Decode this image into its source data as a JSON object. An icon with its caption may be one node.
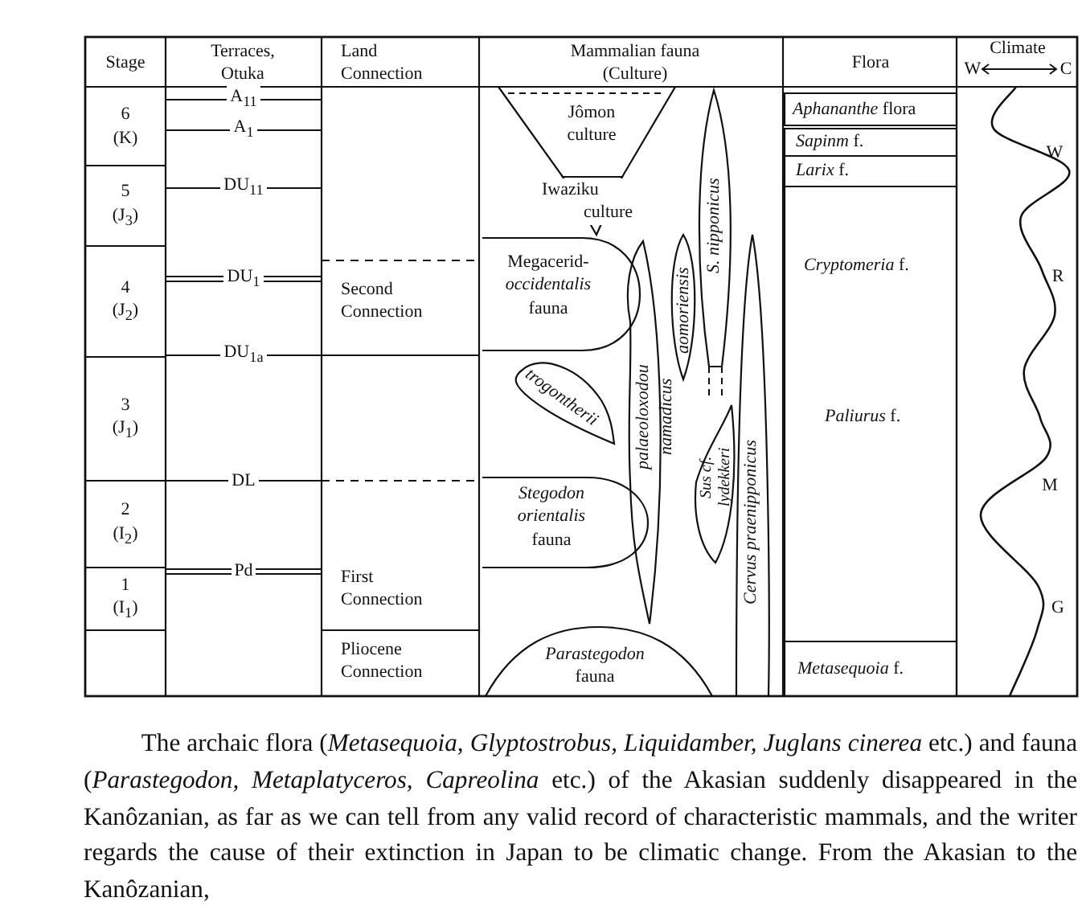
{
  "diagram": {
    "nodes": [
      {
        "text": [
          "Jômon culture"
        ]
      },
      {
        "text": [
          "Iwaziku culture"
        ]
      },
      {
        "text": [
          "*S. nipponicus*"
        ]
      },
      {
        "text": [
          "Megacerid- *occidentalis* fauna"
        ]
      },
      {
        "text": [
          "*aomoriensis*"
        ]
      },
      {
        "text": [
          "*Cervus praenipponicus*"
        ]
      },
      {
        "text": [
          "*trogontherii*"
        ]
      },
      {
        "text": [
          "*palaeoloxodou namadicus*"
        ]
      },
      {
        "text": [
          "*Sus* cf. *lydekkeri*"
        ]
      },
      {
        "text": [
          "*Stegodon orientalis* fauna"
        ]
      },
      {
        "text": [
          "*Parastegodon* fauna"
        ]
      },
      {
        "text": [
          "*Aphananthe* flora"
        ]
      },
      {
        "text": [
          "*Sapinm* f."
        ]
      },
      {
        "text": [
          "*Larix* f."
        ]
      },
      {
        "text": [
          "*Cryptomeria* f.",
          "*Paliurus* f."
        ]
      },
      {
        "text": [
          "*Metasequoia* f."
        ]
      }
    ],
    "labels": [
      "Stage",
      "Terraces, Otuka",
      "Land Connection",
      "Mammalian fauna (Culture)",
      "Flora",
      "Climate",
      "W",
      "C",
      "6 (K)",
      "A$_{11}$",
      "A$_{1}$",
      "W",
      "5 (J$_{3}$)",
      "DU$_{11}$",
      "4 (J$_{2}$)",
      "R",
      "DU$_{1}$",
      "Second Connection",
      "DU$_{1a}$",
      "3 (J$_{1}$)",
      "M",
      "DL",
      "2 (I$_{2}$)",
      "Pd",
      "1 (I$_{1}$)",
      "First Connection",
      "G",
      "Pliocene Connection"
    ],
    "caption": "The archaic flora (*Metasequoia, Glyptostrobus, Liquidamber, Juglans cinerea* etc.) and fauna (*Parastegodon, Metaplatyceros, Capreolina* etc.) of the Akasian suddenly disappeared in the Kanôzanian, as far as we can tell from any valid record of characteristic mammals, and the writer regards the cause of their extinction in Japan to be climatic change. From the Akasian to the Kanôzanian,"
  }
}
